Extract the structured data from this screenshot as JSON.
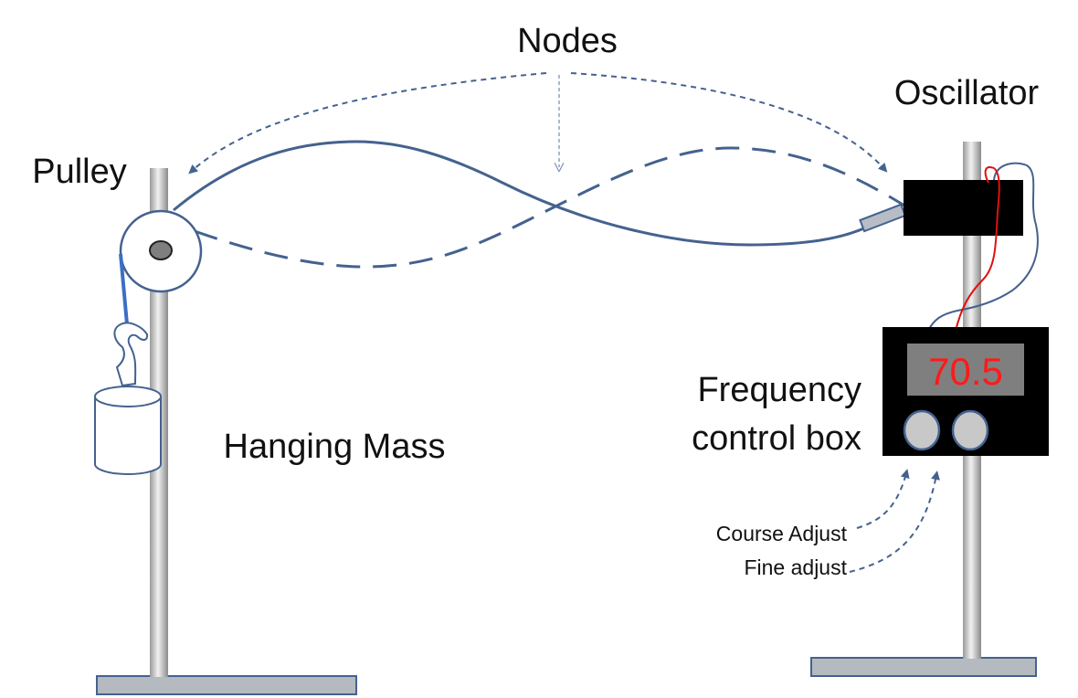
{
  "labels": {
    "nodes": "Nodes",
    "oscillator": "Oscillator",
    "pulley": "Pulley",
    "hanging_mass": "Hanging Mass",
    "frequency_line1": "Frequency",
    "frequency_line2": "control box",
    "course_adjust": "Course Adjust",
    "fine_adjust": "Fine adjust"
  },
  "display": {
    "frequency_value": "70.5"
  },
  "colors": {
    "string": "#44628f",
    "arrow": "#44628f",
    "readout": "#ff1a1a",
    "wire_red": "#e01010",
    "box": "#000000",
    "display_bg": "#7f7f7f",
    "knob": "#c8c8c8",
    "base": "#b5b9c0"
  }
}
